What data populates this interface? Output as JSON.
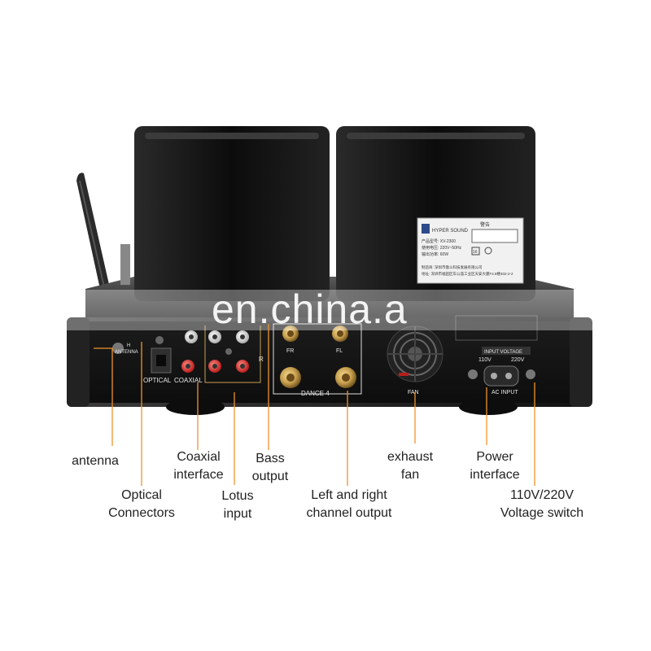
{
  "watermark": "en.china.a",
  "panel": {
    "antenna": "ANTENNA",
    "bluetooth": "H",
    "optical": "OPTICAL",
    "coaxial": "COAXIAL",
    "fr": "FR",
    "fl": "FL",
    "r": "R",
    "impedance": "DANCE 4",
    "fan": "FAN",
    "input_voltage": "INPUT VOLTAGE",
    "v110": "110V",
    "v220": "220V",
    "ac_input": "AC INPUT"
  },
  "sticker": {
    "brand": "HYPER SOUND",
    "warning": "警告",
    "line1": "产品型号: XV-2300",
    "line2": "使用电压: 220V~50Hz",
    "line3": "输出功率: 60W",
    "line4": "制造商: 深圳市傲斗科技发展有限公司",
    "line5": "地址: 深圳市福田区车公庙工业区天安大厦F4.8楼402-2-2",
    "badge": "16"
  },
  "callouts": {
    "antenna": [
      "antenna"
    ],
    "coaxial": [
      "Coaxial",
      "interface"
    ],
    "optical": [
      "Optical",
      "Connectors"
    ],
    "lotus": [
      "Lotus",
      "input"
    ],
    "bass": [
      "Bass",
      "output"
    ],
    "channel": [
      "Left and right",
      "channel output"
    ],
    "fan": [
      "exhaust",
      "fan"
    ],
    "power": [
      "Power",
      "interface"
    ],
    "voltage": [
      "110V/220V",
      "Voltage switch"
    ]
  },
  "colors": {
    "callout_line": "#f0932b",
    "chassis": "#1b1b1b",
    "transformer": "#111111",
    "gold": "#c8a050"
  }
}
